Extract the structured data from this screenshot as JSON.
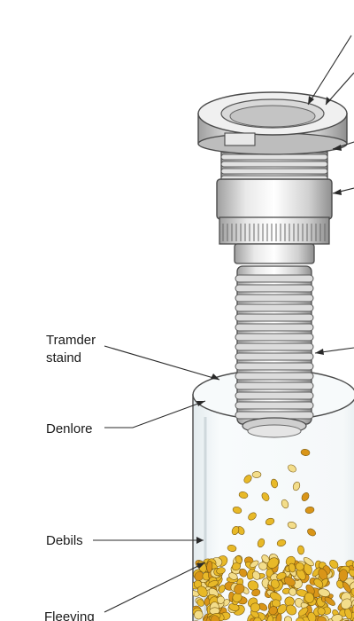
{
  "labels": {
    "transfer_stand_line1": "Tramder",
    "transfer_stand_line2": "staind",
    "denlore": "Denlore",
    "debris": "Debils",
    "fleeving": "Fleeving"
  },
  "colors": {
    "line": "#3a3a3a",
    "metal_light": "#f2f2f2",
    "metal_mid": "#d6d6d6",
    "metal_dark": "#a9a9a9",
    "glass": "#eef3f5",
    "kernel_yellow": "#e8b928",
    "kernel_orange": "#d99518",
    "kernel_cream": "#f3dd8a"
  }
}
